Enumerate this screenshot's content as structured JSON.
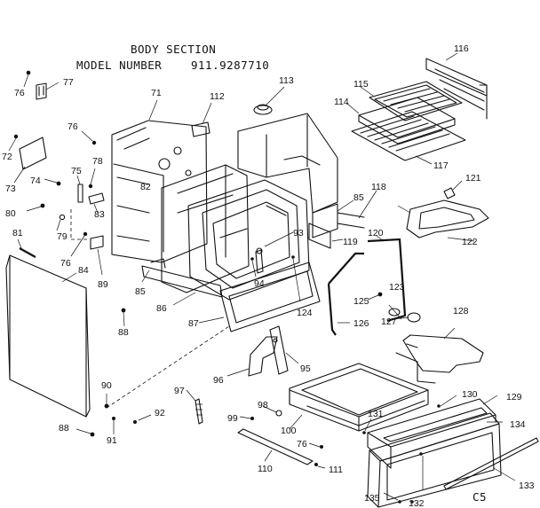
{
  "header": {
    "title": "BODY SECTION",
    "model_label": "MODEL NUMBER",
    "model_number": "911.9287710"
  },
  "footer": {
    "code": "C5"
  },
  "parts": [
    {
      "id": "76a",
      "text": "76"
    },
    {
      "id": "77",
      "text": "77"
    },
    {
      "id": "71",
      "text": "71"
    },
    {
      "id": "112",
      "text": "112"
    },
    {
      "id": "113",
      "text": "113"
    },
    {
      "id": "116",
      "text": "116"
    },
    {
      "id": "115",
      "text": "115"
    },
    {
      "id": "114",
      "text": "114"
    },
    {
      "id": "117",
      "text": "117"
    },
    {
      "id": "72",
      "text": "72"
    },
    {
      "id": "73",
      "text": "73"
    },
    {
      "id": "76b",
      "text": "76"
    },
    {
      "id": "78",
      "text": "78"
    },
    {
      "id": "75",
      "text": "75"
    },
    {
      "id": "74",
      "text": "74"
    },
    {
      "id": "82",
      "text": "82"
    },
    {
      "id": "83",
      "text": "83"
    },
    {
      "id": "80",
      "text": "80"
    },
    {
      "id": "79",
      "text": "79"
    },
    {
      "id": "81",
      "text": "81"
    },
    {
      "id": "76c",
      "text": "76"
    },
    {
      "id": "84",
      "text": "84"
    },
    {
      "id": "89",
      "text": "89"
    },
    {
      "id": "85a",
      "text": "85"
    },
    {
      "id": "118",
      "text": "118"
    },
    {
      "id": "121",
      "text": "121"
    },
    {
      "id": "93",
      "text": "93"
    },
    {
      "id": "120",
      "text": "120"
    },
    {
      "id": "119",
      "text": "119"
    },
    {
      "id": "122",
      "text": "122"
    },
    {
      "id": "94",
      "text": "94"
    },
    {
      "id": "85b",
      "text": "85"
    },
    {
      "id": "123",
      "text": "123"
    },
    {
      "id": "125",
      "text": "125"
    },
    {
      "id": "124",
      "text": "124"
    },
    {
      "id": "86",
      "text": "86"
    },
    {
      "id": "128",
      "text": "128"
    },
    {
      "id": "127",
      "text": "127"
    },
    {
      "id": "126",
      "text": "126"
    },
    {
      "id": "87",
      "text": "87"
    },
    {
      "id": "88a",
      "text": "88"
    },
    {
      "id": "95",
      "text": "95"
    },
    {
      "id": "96",
      "text": "96"
    },
    {
      "id": "90",
      "text": "90"
    },
    {
      "id": "97",
      "text": "97"
    },
    {
      "id": "130",
      "text": "130"
    },
    {
      "id": "129",
      "text": "129"
    },
    {
      "id": "98",
      "text": "98"
    },
    {
      "id": "92",
      "text": "92"
    },
    {
      "id": "99",
      "text": "99"
    },
    {
      "id": "131",
      "text": "131"
    },
    {
      "id": "134",
      "text": "134"
    },
    {
      "id": "88b",
      "text": "88"
    },
    {
      "id": "91",
      "text": "91"
    },
    {
      "id": "100",
      "text": "100"
    },
    {
      "id": "76d",
      "text": "76"
    },
    {
      "id": "110",
      "text": "110"
    },
    {
      "id": "111",
      "text": "111"
    },
    {
      "id": "133",
      "text": "133"
    },
    {
      "id": "135",
      "text": "135"
    },
    {
      "id": "132",
      "text": "132"
    }
  ]
}
